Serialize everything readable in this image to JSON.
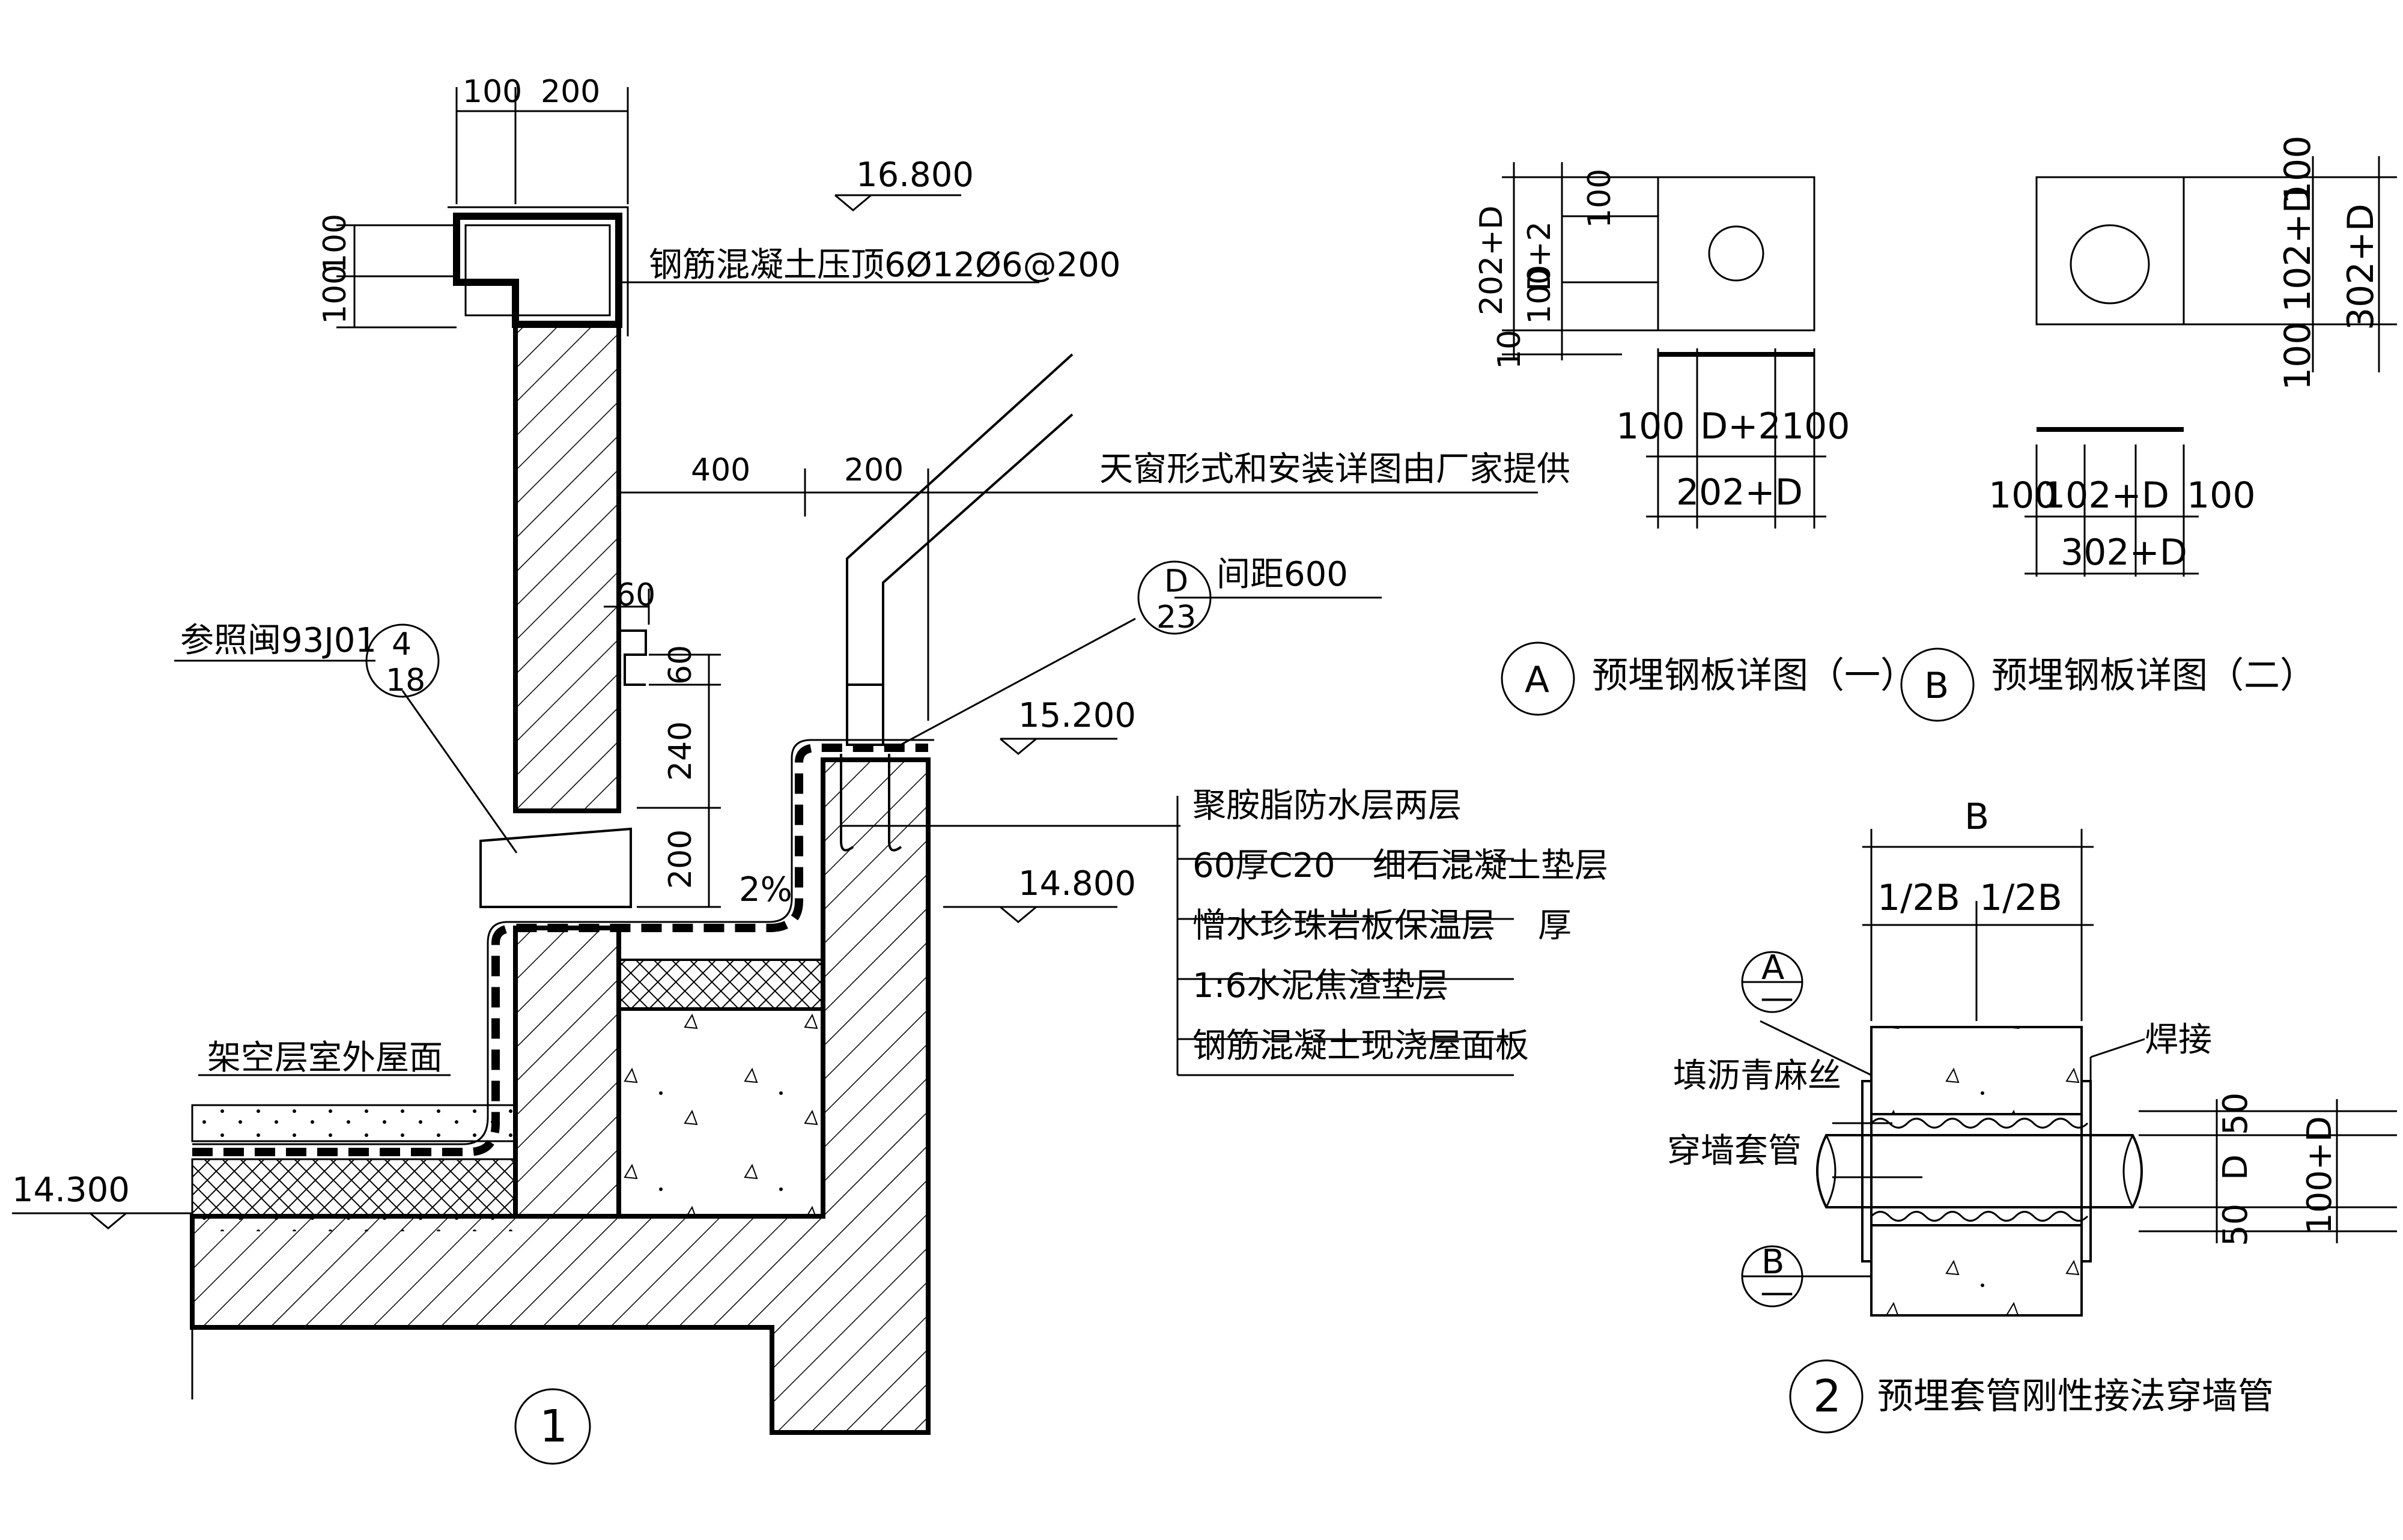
{
  "detail1": {
    "dims": {
      "d100": "100",
      "d200": "200",
      "d100a": "100",
      "d100b": "100",
      "d400": "400",
      "d200b": "200",
      "d60": "60",
      "d60b": "60",
      "d240": "240",
      "d200c": "200"
    },
    "elevations": {
      "e16800": "16.800",
      "e15200": "15.200",
      "e14800": "14.800",
      "e14300": "14.300"
    },
    "labels": {
      "coping": "钢筋混凝土压顶6Ø12Ø6@200",
      "skylight": "天窗形式和安装详图由厂家提供",
      "spacing": "间距600",
      "refer": "参照闽93J01",
      "ref_top": "4",
      "ref_bottom": "18",
      "anchor_top": "D",
      "anchor_bottom": "23",
      "slope": "2%",
      "overhead_roof": "架空层室外屋面",
      "layer1": "聚胺脂防水层两层",
      "layer2a": "60厚C20",
      "layer2b": "细石混凝土垫层",
      "layer3a": "憎水珍珠岩板保温层",
      "layer3b": "厚",
      "layer4": "1:6水泥焦渣垫层",
      "layer5": "钢筋混凝土现浇屋面板"
    },
    "number": "1"
  },
  "plateA": {
    "vdim1": "202+D",
    "vdim2": "D+2",
    "vdim3": "100",
    "vdim4": "100",
    "vdim5": "10",
    "hdim_left": "100",
    "hdim_mid": "D+2",
    "hdim_right": "100",
    "hdim_total": "202+D",
    "letter": "A",
    "title": "预埋钢板详图（一）"
  },
  "plateB": {
    "vdim1": "100",
    "vdim2": "102+D",
    "vdim3": "100",
    "vdim_total": "302+D",
    "hdim_left": "100",
    "hdim_mid": "102+D",
    "hdim_right": "100",
    "hdim_total": "302+D",
    "letter": "B",
    "title": "预埋钢板详图（二）"
  },
  "detail2": {
    "dim_B": "B",
    "dim_halfL": "1/2B",
    "dim_halfR": "1/2B",
    "label_A": "A",
    "label_B": "B",
    "label_A_sub": "—",
    "label_B_sub": "—",
    "weld": "焊接",
    "fill": "填沥青麻丝",
    "sleeve": "穿墙套管",
    "v50a": "50",
    "vD": "D",
    "v50b": "50",
    "v100D": "100+D",
    "number": "2",
    "title": "预埋套管刚性接法穿墙管"
  }
}
